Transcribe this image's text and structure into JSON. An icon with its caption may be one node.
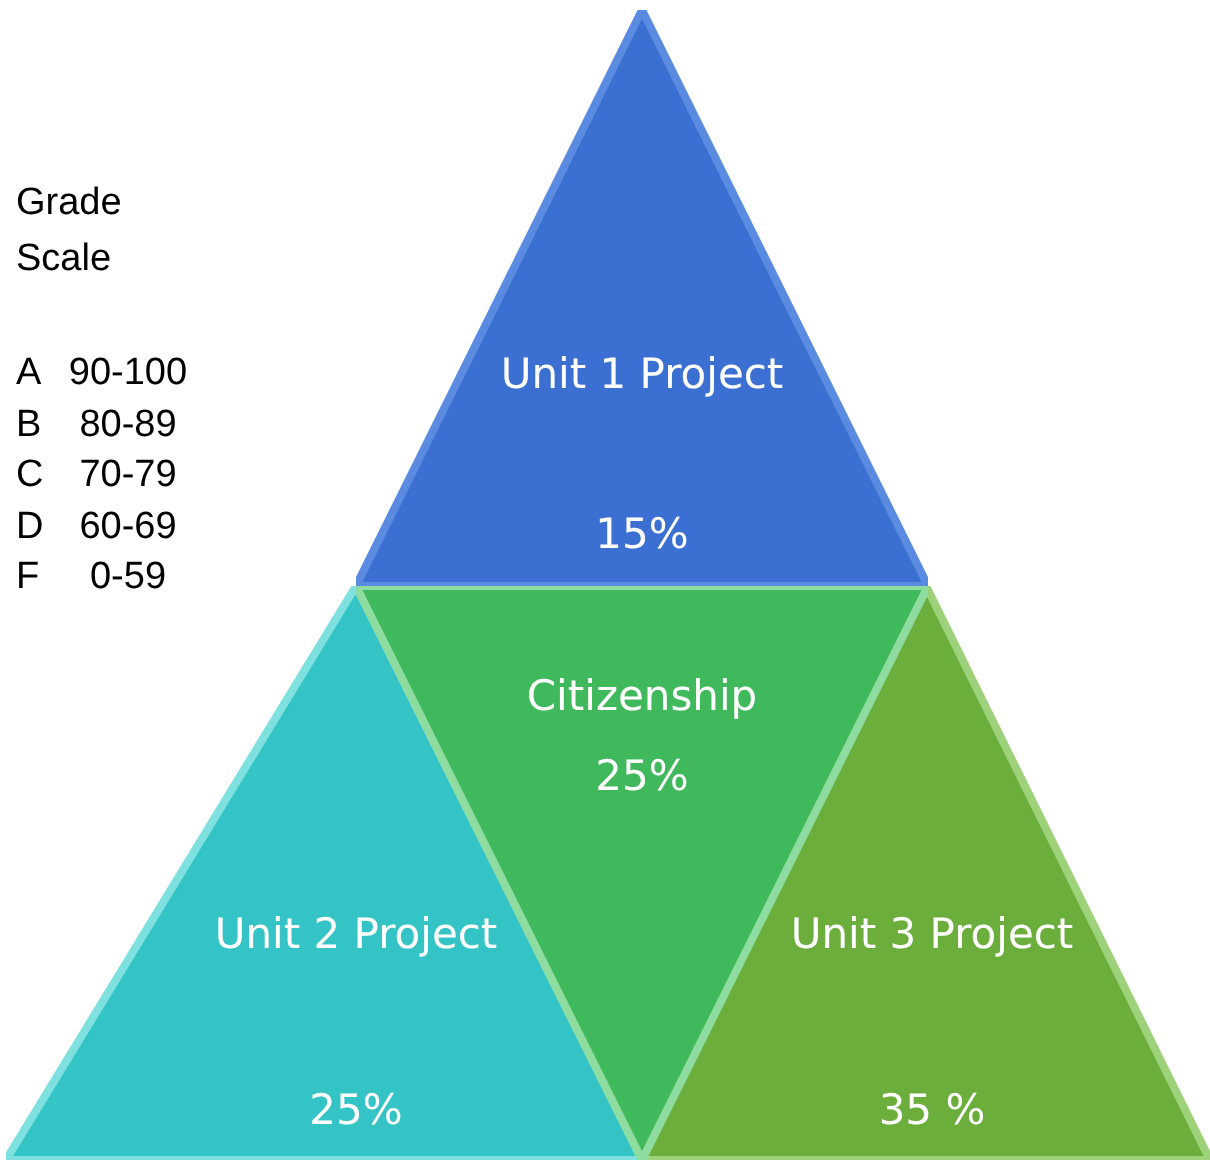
{
  "diagram": {
    "nodes": [
      {
        "text": [
          "Unit 1 Project",
          "15%"
        ]
      },
      {
        "text": [
          "Unit 2 Project",
          "25%"
        ]
      },
      {
        "text": [
          "Unit 3 Project",
          "35 %"
        ]
      },
      {
        "text": [
          "Citizenship",
          "25%"
        ]
      }
    ],
    "labels": [
      "Grade Scale",
      "A",
      "90-100",
      "B",
      "80-89",
      "C",
      "70-79",
      "D",
      "60-69",
      "F",
      "0-59"
    ]
  }
}
